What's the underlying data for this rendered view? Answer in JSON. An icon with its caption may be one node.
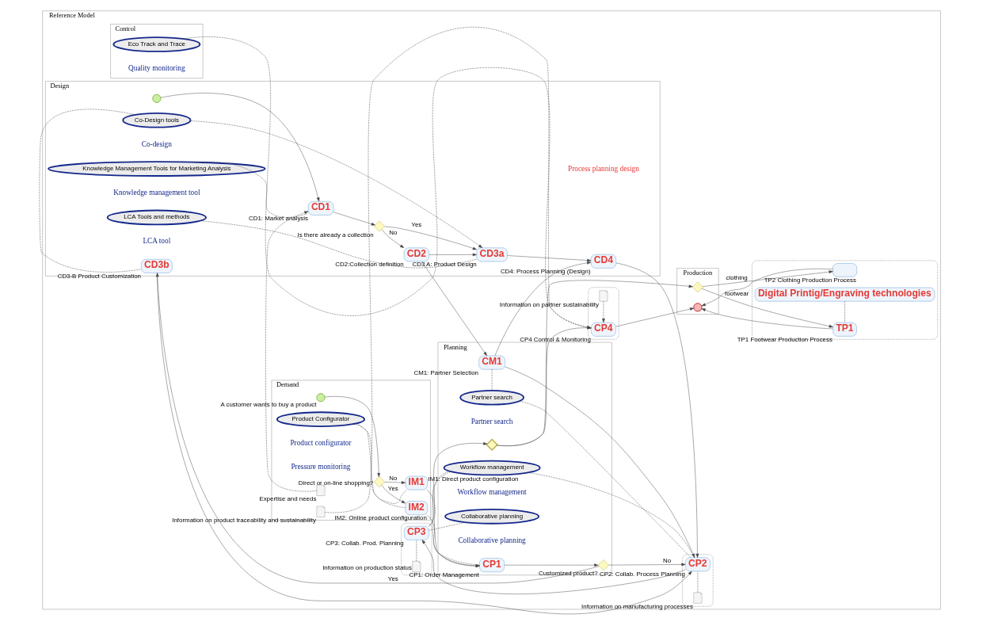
{
  "diagram": {
    "nodes": [
      {
        "text": [
          "Reference Model"
        ]
      },
      {
        "text": [
          "Demand"
        ],
        "in": 0
      },
      {
        "text": [
          "Design"
        ],
        "in": 0
      },
      {
        "text": [
          "Planning"
        ],
        "in": 0
      },
      {
        "text": [
          "Production"
        ],
        "in": 0
      },
      {
        "text": [
          "Control"
        ],
        "in": 0
      },
      {
        "text": [],
        "shape": "circle",
        "in": 1,
        "beside": [
          "A customer wants to buy a product"
        ]
      },
      {
        "text": [],
        "shape": "diamond",
        "in": 1,
        "beside": [
          "Direct or on-line shopping?"
        ]
      },
      {
        "text": [
          "IM1"
        ],
        "in": 1,
        "beside": [
          "IM1: Direct product configuration"
        ]
      },
      {
        "text": [
          "IM2"
        ],
        "in": 1,
        "beside": [
          "IM2: Online product configuration"
        ]
      },
      {
        "text": [
          "Product Configurator"
        ],
        "in": 1
      },
      {
        "text": [],
        "shape": "document",
        "in": 1,
        "beside": [
          "Expertise and needs"
        ]
      },
      {
        "text": [],
        "shape": "document",
        "in": 1,
        "beside": [
          "Information on product traceability and sustainability"
        ]
      },
      {
        "text": [],
        "shape": "circle",
        "in": 2
      },
      {
        "text": [
          "CD1"
        ],
        "in": 2,
        "beside": [
          "CD1: Market analysis"
        ]
      },
      {
        "text": [],
        "shape": "diamond",
        "in": 2,
        "beside": [
          "Is there already a collection"
        ]
      },
      {
        "text": [
          "CD2"
        ],
        "in": 2,
        "beside": [
          "CD2:Collection definition"
        ]
      },
      {
        "text": [
          "CD3a"
        ],
        "in": 2,
        "beside": [
          "CD3 A: Product Design"
        ]
      },
      {
        "text": [
          "CD4"
        ],
        "in": 2,
        "beside": [
          "CD4: Process Planning (Design)"
        ]
      },
      {
        "text": [
          "Co-Design tools"
        ],
        "in": 2
      },
      {
        "text": [
          "Knowledge Management Tools for Marketing Analysis"
        ],
        "in": 2
      },
      {
        "text": [
          "LCA Tools and methods"
        ],
        "in": 2
      },
      {
        "text": [
          "CD3b"
        ],
        "in": 2,
        "beside": [
          "CD3-B Product Customization"
        ]
      },
      {
        "text": [
          "CM1"
        ],
        "in": 3,
        "beside": [
          "CM1: Partner Selection"
        ]
      },
      {
        "text": [
          "Partner search"
        ],
        "in": 3
      },
      {
        "text": [
          "CP1"
        ],
        "in": 3,
        "beside": [
          "CP1: Order Management"
        ]
      },
      {
        "text": [],
        "shape": "diamond",
        "in": 3,
        "beside": [
          "Customized product?"
        ]
      },
      {
        "text": [
          "Workflow management"
        ],
        "in": 3
      },
      {
        "text": [],
        "shape": "box",
        "in": 0
      },
      {
        "text": [
          "CP2"
        ],
        "in": 28,
        "beside": [
          "CP2: Collab. Process Planning"
        ]
      },
      {
        "text": [],
        "shape": "document",
        "in": 28,
        "beside": [
          "Information on manufacturing processes"
        ]
      },
      {
        "text": [],
        "shape": "box",
        "in": 0
      },
      {
        "text": [
          "CP3"
        ],
        "in": 31,
        "beside": [
          "CP3: Collab. Prod. Planning"
        ]
      },
      {
        "text": [],
        "shape": "document",
        "in": 31,
        "beside": [
          "Information on production status"
        ]
      },
      {
        "text": [
          "Collaborative planning"
        ],
        "in": 3
      },
      {
        "text": [],
        "shape": "diamond",
        "in": 3
      },
      {
        "text": [],
        "shape": "box",
        "in": 0
      },
      {
        "text": [
          "Digital Printig/Engraving technologies"
        ],
        "in": 36
      },
      {
        "text": [
          "TP1"
        ],
        "in": 36,
        "beside": [
          "TP1 Footwear Production Process"
        ]
      },
      {
        "text": [],
        "shape": "box",
        "in": 36,
        "beside": [
          "TP2 Clothing Production Process"
        ]
      },
      {
        "text": [],
        "shape": "diamond",
        "in": 4
      },
      {
        "text": [],
        "shape": "circle",
        "in": 4
      },
      {
        "text": [],
        "shape": "box",
        "in": 0
      },
      {
        "text": [],
        "shape": "document",
        "in": 42,
        "beside": [
          "Information on partner sustainability"
        ]
      },
      {
        "text": [
          "CP4"
        ],
        "in": 42,
        "beside": [
          "CP4 Control & Monitoring"
        ]
      },
      {
        "text": [
          "Eco Track and Trace"
        ],
        "in": 5
      }
    ],
    "edges": [
      {
        "from": 6,
        "to": 7,
        "arrow": "to"
      },
      {
        "from": 7,
        "to": 8,
        "arrow": "to",
        "label": "No"
      },
      {
        "from": 7,
        "to": 9,
        "arrow": "to",
        "label": "Yes"
      },
      {
        "from": 10,
        "to": 8,
        "arrow": "none",
        "style": "dashed"
      },
      {
        "from": 10,
        "to": 9,
        "arrow": "none",
        "style": "dashed"
      },
      {
        "from": 8,
        "to": 25,
        "arrow": "to"
      },
      {
        "from": 9,
        "to": 25,
        "arrow": "to"
      },
      {
        "from": 11,
        "to": 14,
        "arrow": "to",
        "style": "dashed"
      },
      {
        "from": 13,
        "to": 14,
        "arrow": "to"
      },
      {
        "from": 14,
        "to": 15,
        "arrow": "to"
      },
      {
        "from": 15,
        "to": 17,
        "arrow": "to",
        "label": "Yes"
      },
      {
        "from": 15,
        "to": 16,
        "arrow": "to",
        "label": "No"
      },
      {
        "from": 16,
        "to": 17,
        "arrow": "to"
      },
      {
        "from": 17,
        "to": 18,
        "arrow": "to"
      },
      {
        "from": 20,
        "to": 14,
        "arrow": "none",
        "style": "dashed"
      },
      {
        "from": 19,
        "to": 17,
        "arrow": "to",
        "style": "dashed"
      },
      {
        "from": 19,
        "to": 22,
        "arrow": "none",
        "style": "dashed"
      },
      {
        "from": 21,
        "to": 17,
        "arrow": "none",
        "style": "dashed"
      },
      {
        "from": 16,
        "to": 23,
        "arrow": "to"
      },
      {
        "from": 23,
        "to": 18,
        "arrow": "to"
      },
      {
        "from": 23,
        "to": 24,
        "arrow": "none",
        "style": "dashed"
      },
      {
        "from": 23,
        "to": 29,
        "arrow": "to"
      },
      {
        "from": 24,
        "to": 29,
        "arrow": "none",
        "style": "dashed"
      },
      {
        "from": 18,
        "to": 29,
        "arrow": "to"
      },
      {
        "from": 25,
        "to": 26,
        "arrow": "to"
      },
      {
        "from": 26,
        "to": 22,
        "arrow": "to",
        "label": "Yes"
      },
      {
        "from": 26,
        "to": 29,
        "arrow": "to",
        "label": "No"
      },
      {
        "from": 22,
        "to": 29,
        "arrow": "to"
      },
      {
        "from": 27,
        "to": 25,
        "arrow": "none",
        "style": "dashed"
      },
      {
        "from": 27,
        "to": 29,
        "arrow": "none",
        "style": "dashed"
      },
      {
        "from": 27,
        "to": 32,
        "arrow": "none",
        "style": "dashed"
      },
      {
        "from": 30,
        "to": 29,
        "arrow": "none",
        "style": "dashed"
      },
      {
        "from": 29,
        "to": 32,
        "arrow": "to"
      },
      {
        "from": 33,
        "to": 32,
        "arrow": "none",
        "style": "dashed"
      },
      {
        "from": 34,
        "to": 32,
        "arrow": "none",
        "style": "dashed"
      },
      {
        "from": 32,
        "to": 35,
        "arrow": "to"
      },
      {
        "from": 35,
        "to": 40,
        "arrow": "to"
      },
      {
        "from": 35,
        "to": 44,
        "arrow": "to"
      },
      {
        "from": 40,
        "to": 38,
        "arrow": "to",
        "label": "footwear"
      },
      {
        "from": 40,
        "to": 39,
        "arrow": "to",
        "label": "clothing"
      },
      {
        "from": 37,
        "to": 38,
        "arrow": "none",
        "style": "dashed"
      },
      {
        "from": 38,
        "to": 41,
        "arrow": "to"
      },
      {
        "from": 39,
        "to": 41,
        "arrow": "to"
      },
      {
        "from": 12,
        "to": 44,
        "arrow": "to",
        "style": "dashed"
      },
      {
        "from": 43,
        "to": 44,
        "arrow": "to",
        "style": "dashed"
      },
      {
        "from": 45,
        "to": 44,
        "arrow": "to",
        "style": "dashed"
      },
      {
        "from": 44,
        "to": 41,
        "arrow": "to"
      }
    ],
    "labels": [
      "Product configurator",
      "Pressure monitoring",
      "Co-design",
      "Knowledge management tool",
      "Process planning design",
      "LCA tool",
      "Workflow management",
      "Collaborative planning",
      "Partner search",
      "Quality monitoring"
    ]
  }
}
